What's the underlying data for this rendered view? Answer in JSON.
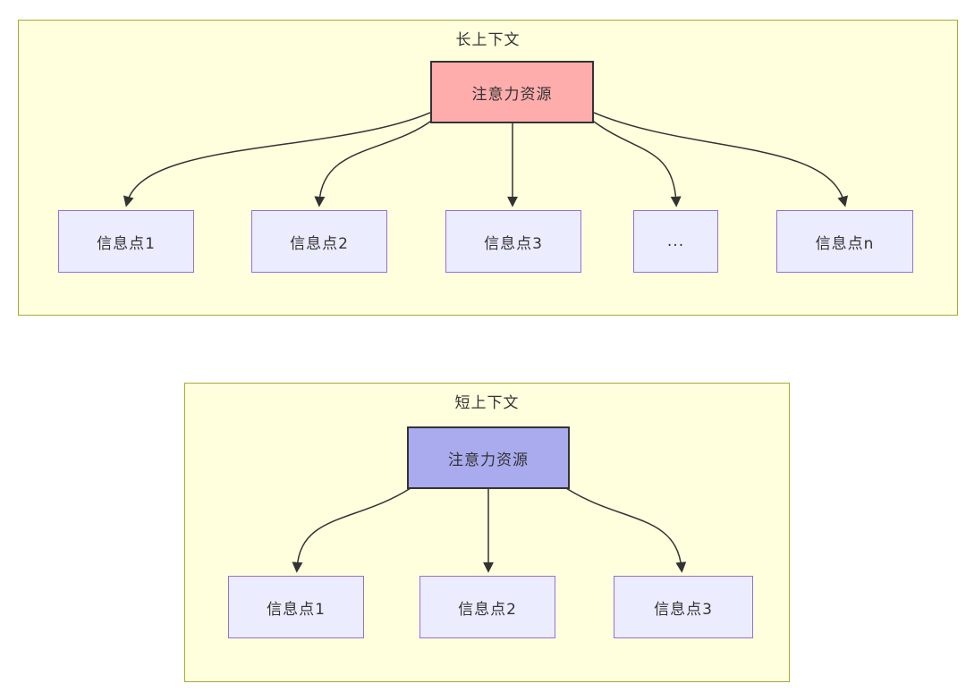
{
  "figure": {
    "type": "flowchart-comparison",
    "description_nodes_are_static": true
  },
  "long_context": {
    "title": "长上下文",
    "root_label": "注意力资源",
    "nodes": [
      "信息点1",
      "信息点2",
      "信息点3",
      "...",
      "信息点n"
    ],
    "edges": [
      "注意力资源 → 信息点1",
      "注意力资源 → 信息点2",
      "注意力资源 → 信息点3",
      "注意力资源 → ...",
      "注意力资源 → 信息点n"
    ]
  },
  "short_context": {
    "title": "短上下文",
    "root_label": "注意力资源",
    "nodes": [
      "信息点1",
      "信息点2",
      "信息点3"
    ],
    "edges": [
      "注意力资源 → 信息点1",
      "注意力资源 → 信息点2",
      "注意力资源 → 信息点3"
    ]
  },
  "colors": {
    "container_fill": "#FFFFDE",
    "container_border": "#A9A933",
    "long_root_fill": "#FFACAC",
    "short_root_fill": "#AAAAEE",
    "root_border": "#333333",
    "info_fill": "#ECECFF",
    "info_border": "#9370DB",
    "edge_color": "#333333",
    "text_color": "#333333"
  }
}
